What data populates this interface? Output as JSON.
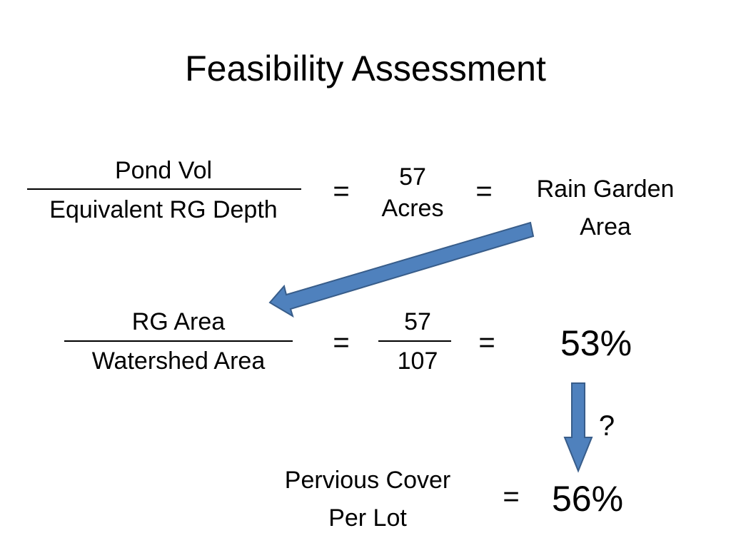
{
  "slide": {
    "title": "Feasibility Assessment",
    "row1": {
      "numerator": "Pond Vol",
      "denominator": "Equivalent RG Depth",
      "equals_1": "=",
      "value_line1": "57",
      "value_line2": "Acres",
      "equals_2": "=",
      "result_line1": "Rain Garden",
      "result_line2": "Area"
    },
    "row2": {
      "numerator": "RG Area",
      "denominator": "Watershed Area",
      "equals_1": "=",
      "fraction_numerator": "57",
      "fraction_denominator": "107",
      "equals_2": "=",
      "result": "53%"
    },
    "question_mark": "?",
    "row3": {
      "label_line1": "Pervious Cover",
      "label_line2": "Per Lot",
      "equals": "=",
      "result": "56%"
    },
    "colors": {
      "arrow_fill": "#4f81bd",
      "arrow_stroke": "#385d8a",
      "text": "#000000",
      "background": "#ffffff"
    }
  }
}
